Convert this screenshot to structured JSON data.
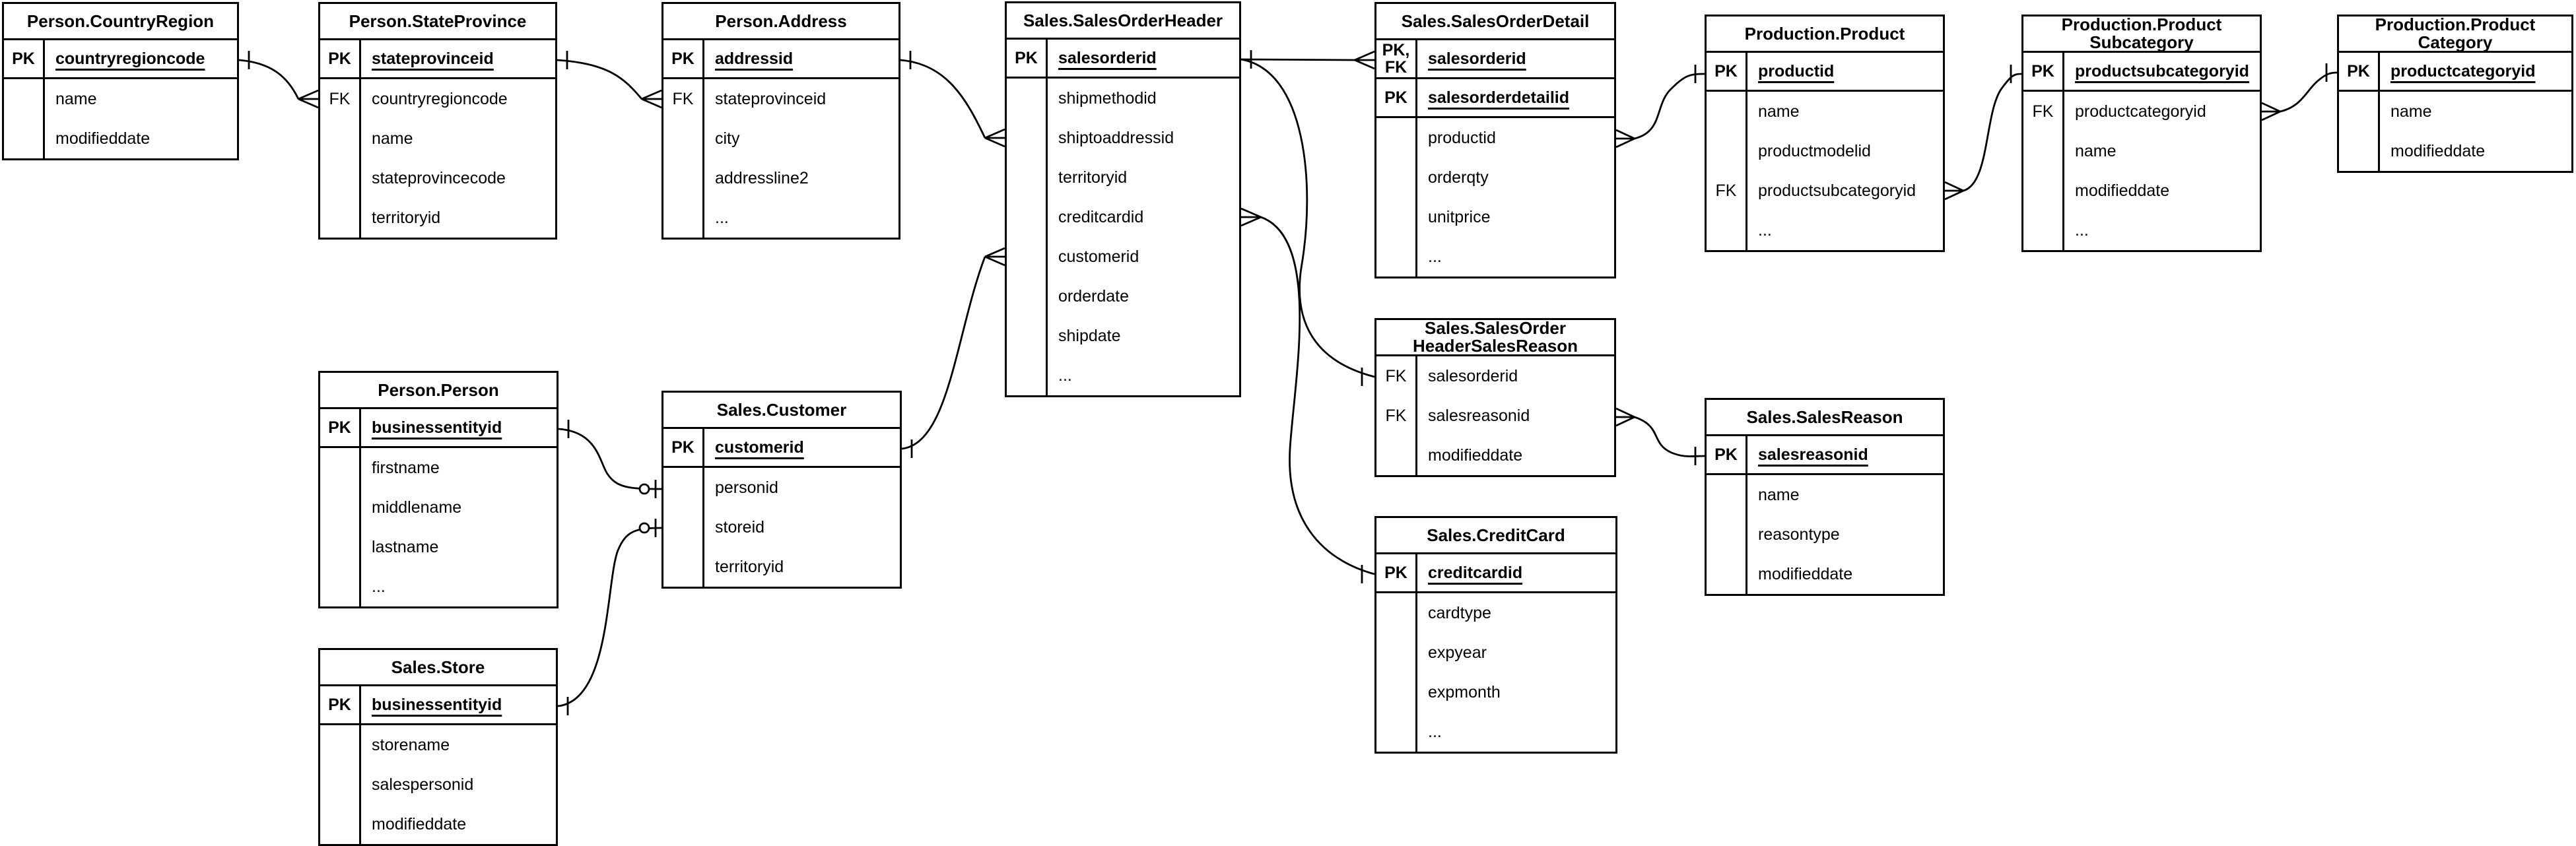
{
  "diagram": {
    "tables": [
      {
        "id": "countryregion",
        "title_lines": [
          "Person.CountryRegion"
        ],
        "rows": [
          {
            "kind": "key",
            "key": "PK",
            "field": "countryregioncode",
            "pk": true
          },
          {
            "kind": "body",
            "key": "",
            "field": "name",
            "pk": false
          },
          {
            "kind": "body",
            "key": "",
            "field": "modifieddate",
            "pk": false
          }
        ]
      },
      {
        "id": "stateprovince",
        "title_lines": [
          "Person.StateProvince"
        ],
        "rows": [
          {
            "kind": "key",
            "key": "PK",
            "field": "stateprovinceid",
            "pk": true
          },
          {
            "kind": "body",
            "key": "FK",
            "field": "countryregioncode",
            "pk": false
          },
          {
            "kind": "body",
            "key": "",
            "field": "name",
            "pk": false
          },
          {
            "kind": "body",
            "key": "",
            "field": "stateprovincecode",
            "pk": false
          },
          {
            "kind": "body",
            "key": "",
            "field": "territoryid",
            "pk": false
          }
        ]
      },
      {
        "id": "address",
        "title_lines": [
          "Person.Address"
        ],
        "rows": [
          {
            "kind": "key",
            "key": "PK",
            "field": "addressid",
            "pk": true
          },
          {
            "kind": "body",
            "key": "FK",
            "field": "stateprovinceid",
            "pk": false
          },
          {
            "kind": "body",
            "key": "",
            "field": "city",
            "pk": false
          },
          {
            "kind": "body",
            "key": "",
            "field": "addressline2",
            "pk": false
          },
          {
            "kind": "body",
            "key": "",
            "field": "...",
            "pk": false
          }
        ]
      },
      {
        "id": "salesorderheader",
        "title_lines": [
          "Sales.SalesOrderHeader"
        ],
        "rows": [
          {
            "kind": "key",
            "key": "PK",
            "field": "salesorderid",
            "pk": true
          },
          {
            "kind": "body",
            "key": "",
            "field": "shipmethodid",
            "pk": false
          },
          {
            "kind": "body",
            "key": "",
            "field": "shiptoaddressid",
            "pk": false
          },
          {
            "kind": "body",
            "key": "",
            "field": "territoryid",
            "pk": false
          },
          {
            "kind": "body",
            "key": "",
            "field": "creditcardid",
            "pk": false
          },
          {
            "kind": "body",
            "key": "",
            "field": "customerid",
            "pk": false
          },
          {
            "kind": "body",
            "key": "",
            "field": "orderdate",
            "pk": false
          },
          {
            "kind": "body",
            "key": "",
            "field": "shipdate",
            "pk": false
          },
          {
            "kind": "body",
            "key": "",
            "field": "...",
            "pk": false
          }
        ]
      },
      {
        "id": "salesorderdetail",
        "title_lines": [
          "Sales.SalesOrderDetail"
        ],
        "rows": [
          {
            "kind": "key",
            "key": "PK,\nFK",
            "field": "salesorderid",
            "pk": true
          },
          {
            "kind": "key",
            "key": "PK",
            "field": "salesorderdetailid",
            "pk": true
          },
          {
            "kind": "body",
            "key": "",
            "field": "productid",
            "pk": false
          },
          {
            "kind": "body",
            "key": "",
            "field": "orderqty",
            "pk": false
          },
          {
            "kind": "body",
            "key": "",
            "field": "unitprice",
            "pk": false
          },
          {
            "kind": "body",
            "key": "",
            "field": "...",
            "pk": false
          }
        ]
      },
      {
        "id": "product",
        "title_lines": [
          "Production.Product"
        ],
        "rows": [
          {
            "kind": "key",
            "key": "PK",
            "field": "productid",
            "pk": true
          },
          {
            "kind": "body",
            "key": "",
            "field": "name",
            "pk": false
          },
          {
            "kind": "body",
            "key": "",
            "field": "productmodelid",
            "pk": false
          },
          {
            "kind": "body",
            "key": "FK",
            "field": "productsubcategoryid",
            "pk": false
          },
          {
            "kind": "body",
            "key": "",
            "field": "...",
            "pk": false
          }
        ]
      },
      {
        "id": "productsubcategory",
        "title_lines": [
          "Production.Product",
          "Subcategory"
        ],
        "rows": [
          {
            "kind": "key",
            "key": "PK",
            "field": "productsubcategoryid",
            "pk": true
          },
          {
            "kind": "body",
            "key": "FK",
            "field": "productcategoryid",
            "pk": false
          },
          {
            "kind": "body",
            "key": "",
            "field": "name",
            "pk": false
          },
          {
            "kind": "body",
            "key": "",
            "field": "modifieddate",
            "pk": false
          },
          {
            "kind": "body",
            "key": "",
            "field": "...",
            "pk": false
          }
        ]
      },
      {
        "id": "productcategory",
        "title_lines": [
          "Production.Product",
          "Category"
        ],
        "rows": [
          {
            "kind": "key",
            "key": "PK",
            "field": "productcategoryid",
            "pk": true
          },
          {
            "kind": "body",
            "key": "",
            "field": "name",
            "pk": false
          },
          {
            "kind": "body",
            "key": "",
            "field": "modifieddate",
            "pk": false
          }
        ]
      },
      {
        "id": "person",
        "title_lines": [
          "Person.Person"
        ],
        "rows": [
          {
            "kind": "key",
            "key": "PK",
            "field": "businessentityid",
            "pk": true
          },
          {
            "kind": "body",
            "key": "",
            "field": "firstname",
            "pk": false
          },
          {
            "kind": "body",
            "key": "",
            "field": "middlename",
            "pk": false
          },
          {
            "kind": "body",
            "key": "",
            "field": "lastname",
            "pk": false
          },
          {
            "kind": "body",
            "key": "",
            "field": "...",
            "pk": false
          }
        ]
      },
      {
        "id": "customer",
        "title_lines": [
          "Sales.Customer"
        ],
        "rows": [
          {
            "kind": "key",
            "key": "PK",
            "field": "customerid",
            "pk": true
          },
          {
            "kind": "body",
            "key": "",
            "field": "personid",
            "pk": false
          },
          {
            "kind": "body",
            "key": "",
            "field": "storeid",
            "pk": false
          },
          {
            "kind": "body",
            "key": "",
            "field": "territoryid",
            "pk": false
          }
        ]
      },
      {
        "id": "sohsalesreason",
        "title_lines": [
          "Sales.SalesOrder",
          "HeaderSalesReason"
        ],
        "rows": [
          {
            "kind": "body",
            "key": "FK",
            "field": "salesorderid",
            "pk": false
          },
          {
            "kind": "body",
            "key": "FK",
            "field": "salesreasonid",
            "pk": false
          },
          {
            "kind": "body",
            "key": "",
            "field": "modifieddate",
            "pk": false
          }
        ]
      },
      {
        "id": "salesreason",
        "title_lines": [
          "Sales.SalesReason"
        ],
        "rows": [
          {
            "kind": "key",
            "key": "PK",
            "field": "salesreasonid",
            "pk": true
          },
          {
            "kind": "body",
            "key": "",
            "field": "name",
            "pk": false
          },
          {
            "kind": "body",
            "key": "",
            "field": "reasontype",
            "pk": false
          },
          {
            "kind": "body",
            "key": "",
            "field": "modifieddate",
            "pk": false
          }
        ]
      },
      {
        "id": "store",
        "title_lines": [
          "Sales.Store"
        ],
        "rows": [
          {
            "kind": "key",
            "key": "PK",
            "field": "businessentityid",
            "pk": true
          },
          {
            "kind": "body",
            "key": "",
            "field": "storename",
            "pk": false
          },
          {
            "kind": "body",
            "key": "",
            "field": "salespersonid",
            "pk": false
          },
          {
            "kind": "body",
            "key": "",
            "field": "modifieddate",
            "pk": false
          }
        ]
      },
      {
        "id": "creditcard",
        "title_lines": [
          "Sales.CreditCard"
        ],
        "rows": [
          {
            "kind": "key",
            "key": "PK",
            "field": "creditcardid",
            "pk": true
          },
          {
            "kind": "body",
            "key": "",
            "field": "cardtype",
            "pk": false
          },
          {
            "kind": "body",
            "key": "",
            "field": "expyear",
            "pk": false
          },
          {
            "kind": "body",
            "key": "",
            "field": "expmonth",
            "pk": false
          },
          {
            "kind": "body",
            "key": "",
            "field": "...",
            "pk": false
          }
        ]
      }
    ],
    "relationships": [
      {
        "id": "r1",
        "from": "Person.CountryRegion.countryregioncode",
        "to": "Person.StateProvince.countryregioncode",
        "from_marker": "one",
        "to_marker": "many"
      },
      {
        "id": "r2",
        "from": "Person.StateProvince.stateprovinceid",
        "to": "Person.Address.stateprovinceid",
        "from_marker": "one",
        "to_marker": "many"
      },
      {
        "id": "r3",
        "from": "Person.Address.addressid",
        "to": "Sales.SalesOrderHeader.shiptoaddressid",
        "from_marker": "one",
        "to_marker": "many"
      },
      {
        "id": "r4",
        "from": "Sales.Customer.customerid",
        "to": "Sales.SalesOrderHeader.customerid",
        "from_marker": "one",
        "to_marker": "many"
      },
      {
        "id": "r5",
        "from": "Sales.SalesOrderHeader.salesorderid",
        "to": "Sales.SalesOrderDetail.salesorderid",
        "from_marker": "one",
        "to_marker": "many"
      },
      {
        "id": "r6",
        "from": "Sales.SalesOrderHeader.salesorderid",
        "to": "Sales.SalesOrderHeaderSalesReason.salesorderid",
        "from_marker": "one",
        "to_marker": "one"
      },
      {
        "id": "r7",
        "from": "Sales.SalesOrderHeader.creditcardid",
        "to": "Sales.CreditCard.creditcardid",
        "from_marker": "many",
        "to_marker": "one"
      },
      {
        "id": "r8",
        "from": "Sales.SalesOrderDetail.productid",
        "to": "Production.Product.productid",
        "from_marker": "many",
        "to_marker": "one"
      },
      {
        "id": "r9",
        "from": "Production.Product.productsubcategoryid",
        "to": "Production.ProductSubcategory.productsubcategoryid",
        "from_marker": "many",
        "to_marker": "one"
      },
      {
        "id": "r10",
        "from": "Production.ProductSubcategory.productcategoryid",
        "to": "Production.ProductCategory.productcategoryid",
        "from_marker": "many",
        "to_marker": "one"
      },
      {
        "id": "r11",
        "from": "Sales.SalesOrderHeaderSalesReason.salesreasonid",
        "to": "Sales.SalesReason.salesreasonid",
        "from_marker": "many",
        "to_marker": "one"
      },
      {
        "id": "r12",
        "from": "Person.Person.businessentityid",
        "to": "Sales.Customer.personid",
        "from_marker": "one",
        "to_marker": "zero-or-one"
      },
      {
        "id": "r13",
        "from": "Sales.Store.businessentityid",
        "to": "Sales.Customer.storeid",
        "from_marker": "one",
        "to_marker": "zero-or-one"
      }
    ],
    "colors": {
      "line": "#000000",
      "table_bg": "#ffffff",
      "text": "#000000"
    }
  }
}
